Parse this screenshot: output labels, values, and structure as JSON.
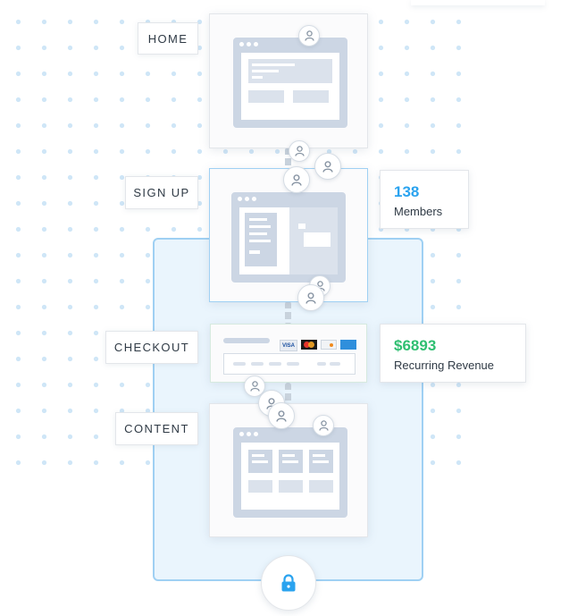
{
  "steps": [
    {
      "label": "HOME"
    },
    {
      "label": "SIGN UP"
    },
    {
      "label": "CHECKOUT"
    },
    {
      "label": "CONTENT"
    }
  ],
  "stats": {
    "members": {
      "value": "138",
      "caption": "Members",
      "color": "#2aa3ef"
    },
    "revenue": {
      "value": "$6893",
      "caption": "Recurring Revenue",
      "color": "#2fbf71"
    }
  },
  "card_brands": [
    "VISA",
    "MC",
    "DISCOVER",
    "AMEX"
  ],
  "colors": {
    "protected_area": "#eaf5fd",
    "accent": "#2aa3ef",
    "wireframe": "#ccd6e4"
  },
  "icons": {
    "user": "user-icon",
    "lock": "lock-icon"
  }
}
